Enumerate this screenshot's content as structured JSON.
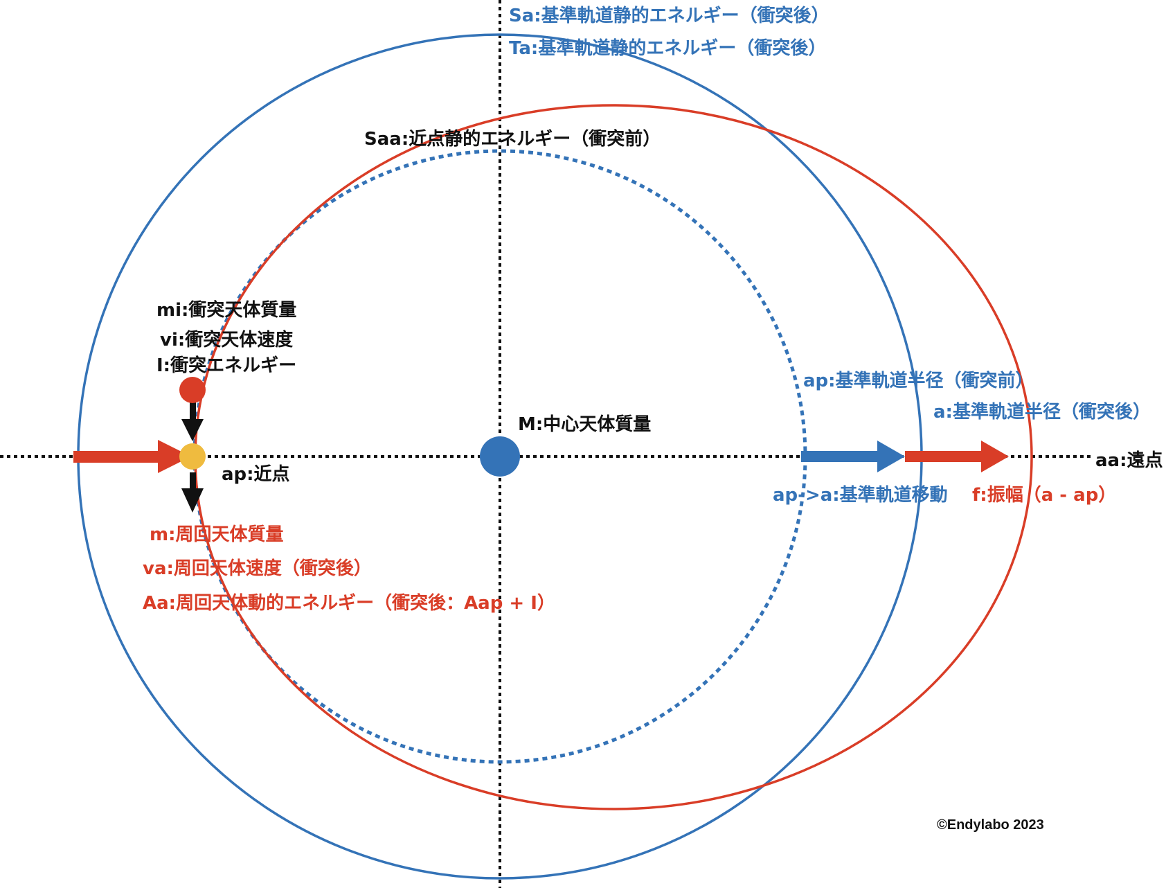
{
  "colors": {
    "blue": "#3473b7",
    "red": "#d93d27",
    "yellow": "#efbb3f",
    "black": "#111111"
  },
  "labels": {
    "sa": "Sa:基準軌道静的エネルギー（衝突後）",
    "ta": "Ta:基準軌道静的エネルギー（衝突後）",
    "saa": "Saa:近点静的エネルギー（衝突前）",
    "mi": "mi:衝突天体質量",
    "vi": "vi:衝突天体速度",
    "i": "I:衝突エネルギー",
    "ap_point": "ap:近点",
    "M": "M:中心天体質量",
    "ap_radius": "ap:基準軌道半径（衝突前）",
    "a_radius": "a:基準軌道半径（衝突後）",
    "aa": "aa:遠点",
    "ap_to_a": "ap->a:基準軌道移動",
    "f": "f:振幅（a - ap）",
    "m": "m:周回天体質量",
    "va": "va:周回天体速度（衝突後）",
    "Aa": "Aa:周回天体動的エネルギー（衝突後：Aap + I）"
  },
  "copyright": "©Endylabo 2023"
}
